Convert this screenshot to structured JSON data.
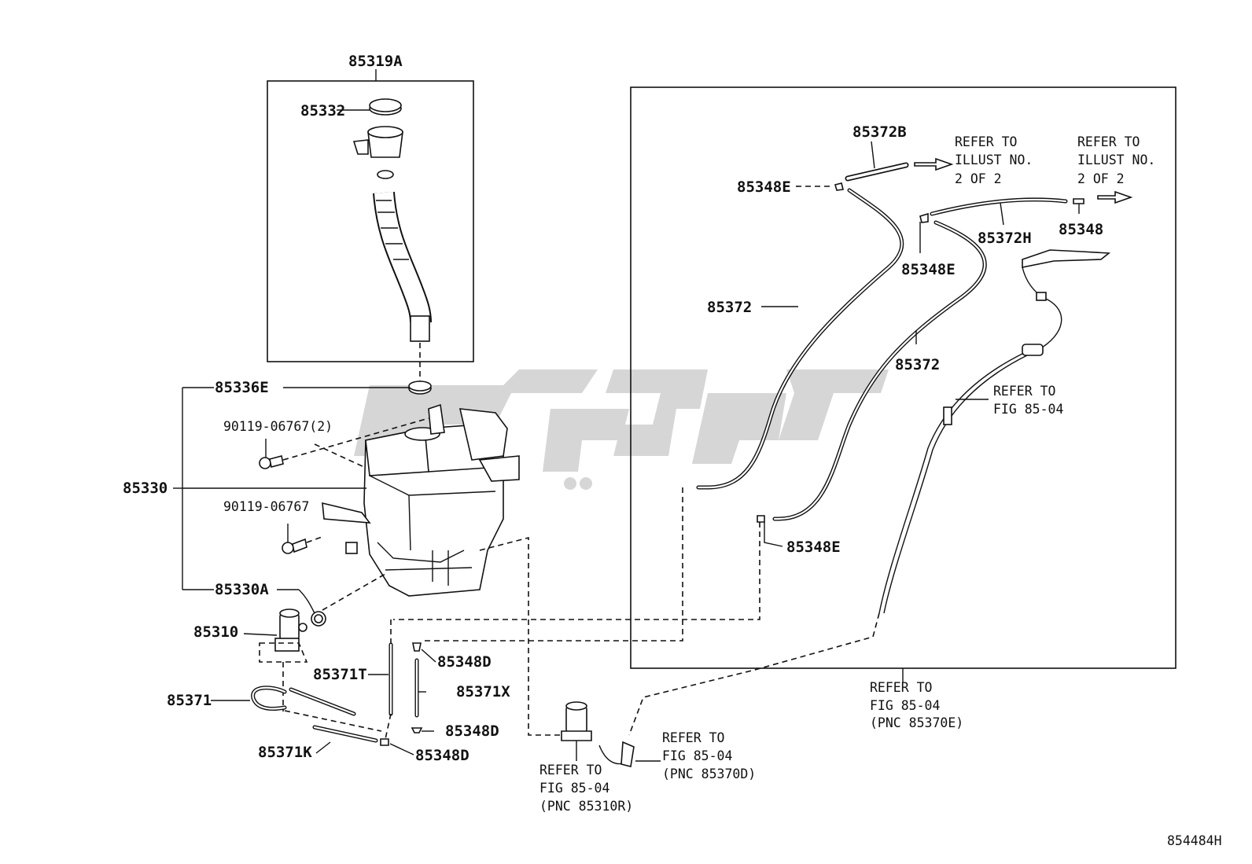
{
  "diagram_id": "854484H",
  "watermark_text": "تولیپارت",
  "labels": {
    "p85319A": "85319A",
    "p85332": "85332",
    "p85336E": "85336E",
    "p90119a": "90119-06767(2)",
    "p85330": "85330",
    "p90119b": "90119-06767",
    "p85330A": "85330A",
    "p85310": "85310",
    "p85371T": "85371T",
    "p85348D_1": "85348D",
    "p85371X": "85371X",
    "p85371": "85371",
    "p85348D_2": "85348D",
    "p85371K": "85371K",
    "p85348D_3": "85348D",
    "p85372B": "85372B",
    "p85348E_1": "85348E",
    "p85348E_2": "85348E",
    "p85372H": "85372H",
    "p85348": "85348",
    "p85372_1": "85372",
    "p85372_2": "85372",
    "p85348E_3": "85348E"
  },
  "references": {
    "illust_a": [
      "REFER TO",
      "ILLUST NO.",
      "2 OF 2"
    ],
    "illust_b": [
      "REFER TO",
      "ILLUST NO.",
      "2 OF 2"
    ],
    "fig_right": [
      "REFER TO",
      "FIG 85-04"
    ],
    "fig_bottom_right": [
      "REFER TO",
      "FIG 85-04",
      "(PNC 85370E)"
    ],
    "fig_motor": [
      "REFER TO",
      "FIG 85-04",
      "(PNC 85310R)"
    ],
    "fig_nozzle": [
      "REFER TO",
      "FIG 85-04",
      "(PNC 85370D)"
    ]
  }
}
